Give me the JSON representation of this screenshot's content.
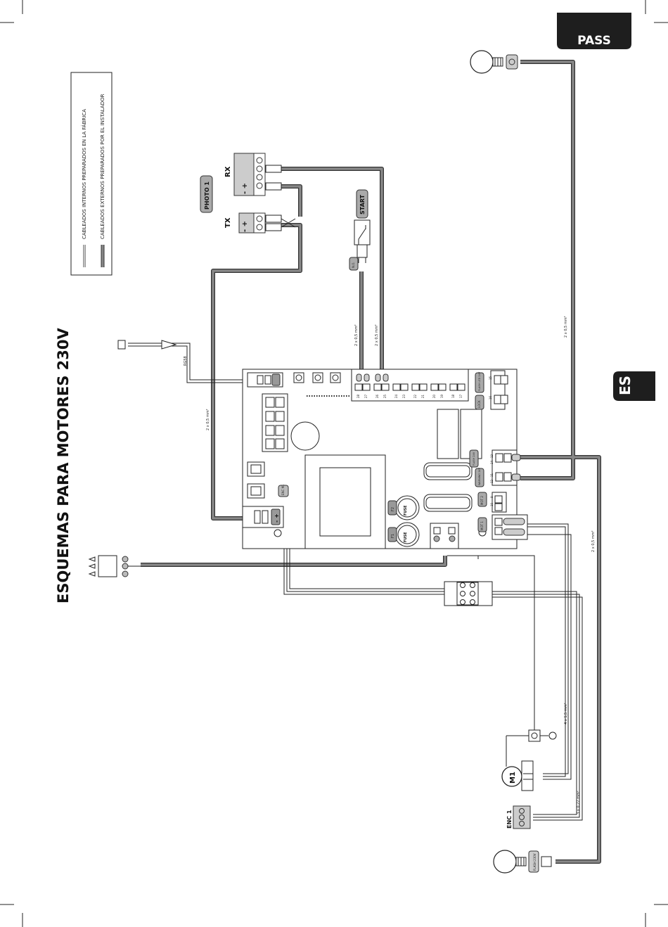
{
  "header": {
    "product": "PASS"
  },
  "side_tab": {
    "language": "ES"
  },
  "page": {
    "title": "ESQUEMAS PARA MOTORES 230V"
  },
  "legend": {
    "internal": "CABLEADOS INTERNOS PREPARADOS EN LA FÁBRICA",
    "external": "CABLEADOS EXTERNOS PREPARADOS POR EL INSTALADOR"
  },
  "photocell": {
    "name": "PHOTO 1",
    "rx": "RX",
    "tx": "TX",
    "plus": "+",
    "minus": "-"
  },
  "start": {
    "name": "START",
    "contact": "N.O."
  },
  "cables": {
    "c1": "2 x 0,5 mm²",
    "c2": "2 x 0,5 mm²",
    "c3": "2 x 0,5 mm²",
    "c4": "2 x 0,5 mm²",
    "c5": "2 x 0,5 mm²",
    "c6": "4 x 1,5 mm²",
    "c7": "3 x 0,22 mm²"
  },
  "antenna": {
    "cable": "RG58"
  },
  "board": {
    "flash_led": "FLASH LED 24V",
    "lock": "LOCK",
    "flash_24v": "FLASH 24V",
    "warning": "WARNING 24V",
    "mot2": "MOT 2",
    "mot1": "MOT 1",
    "enc_m1": "ENC M1",
    "fuse": "FUSE",
    "f1": "F1",
    "f2": "F2",
    "term_top": [
      "28",
      "27",
      "26",
      "25",
      "24",
      "23",
      "22",
      "21",
      "20",
      "19",
      "18",
      "17"
    ],
    "term_right": [
      "15",
      "16",
      "13",
      "14",
      "11",
      "12",
      "9",
      "10"
    ]
  },
  "motor": {
    "label": "M1"
  },
  "encoder": {
    "label": "ENC 1"
  },
  "flash_lamp": {
    "label": "FLASH 230V"
  }
}
